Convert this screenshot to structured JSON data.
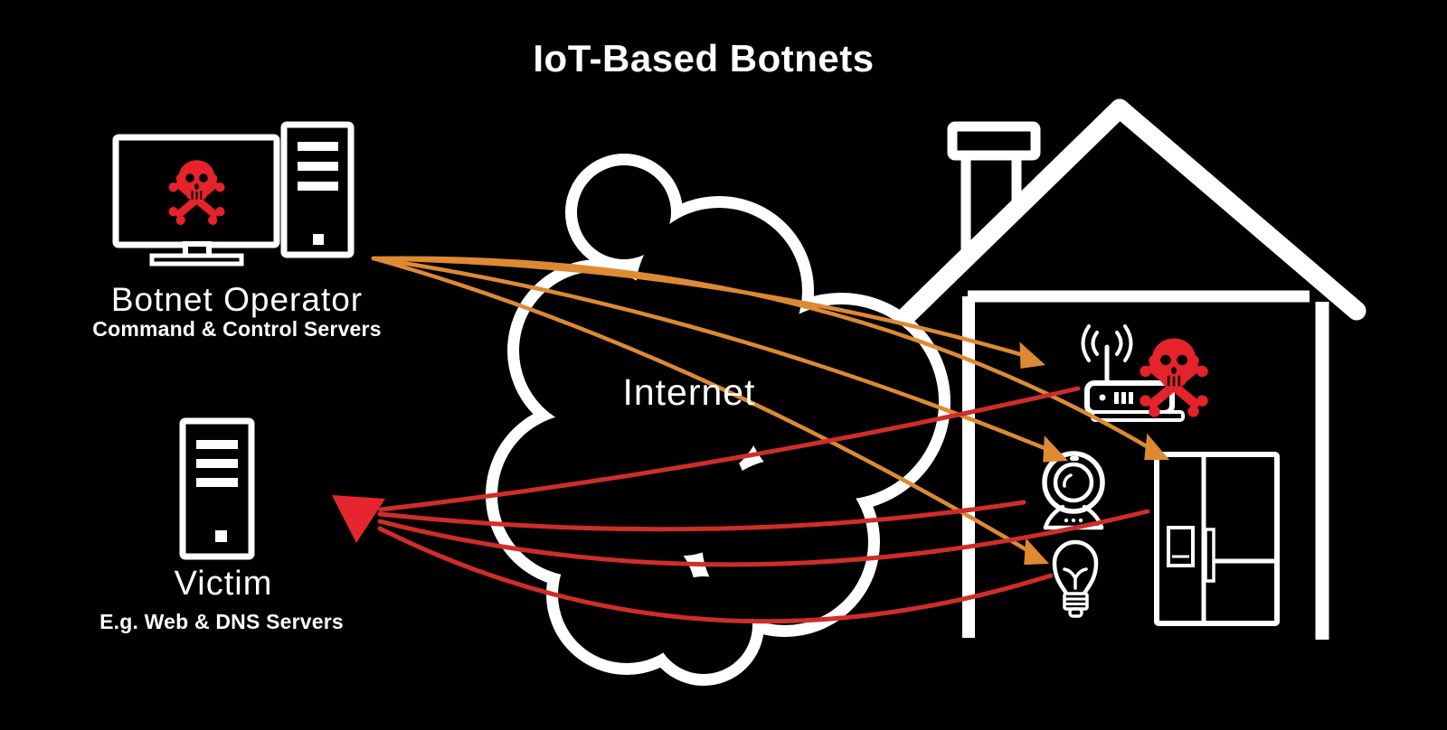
{
  "title": "IoT-Based Botnets",
  "colors": {
    "background": "#000000",
    "line_art": "#ffffff",
    "command_orange": "#dd8a33",
    "attack_red": "#cf2d29",
    "accent_red": "#e6262e"
  },
  "operator": {
    "label": "Botnet Operator",
    "sublabel": "Command & Control Servers",
    "icon": "infected-computer-icon",
    "overlay_icon": "skull-crossbones-icon"
  },
  "victim": {
    "label": "Victim",
    "sublabel": "E.g. Web & DNS Servers",
    "icon": "server-tower-icon"
  },
  "internet": {
    "label": "Internet",
    "icon": "cloud-icon"
  },
  "home": {
    "icon": "house-icon",
    "devices": [
      {
        "icon": "wifi-router-icon",
        "overlay_icon": "skull-crossbones-icon"
      },
      {
        "icon": "webcam-icon"
      },
      {
        "icon": "refrigerator-icon"
      },
      {
        "icon": "light-bulb-icon"
      }
    ]
  },
  "flows": {
    "command": {
      "color": "#dd8a33",
      "from": "botnet-operator",
      "targets": [
        "wifi-router",
        "webcam",
        "refrigerator",
        "light-bulb"
      ],
      "arrowheads": 4
    },
    "attack": {
      "color": "#cf2d29",
      "sources": [
        "wifi-router",
        "webcam",
        "refrigerator",
        "light-bulb"
      ],
      "target": "victim",
      "arrowheads": 1
    }
  }
}
